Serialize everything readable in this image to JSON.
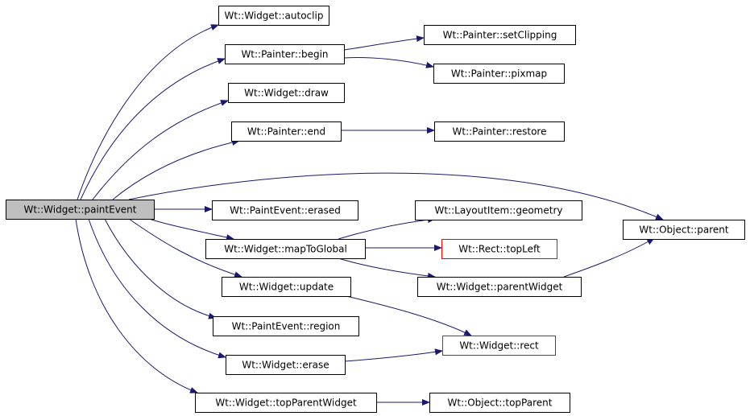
{
  "colors": {
    "background": "#ffffff",
    "edge": "#191970",
    "node_border": "#000000",
    "node_border_red": "#ff0000",
    "root_fill": "#bfbfbf",
    "node_fill": "#ffffff"
  },
  "nodes": {
    "paintEvent": "Wt::Widget::paintEvent",
    "autoclip": "Wt::Widget::autoclip",
    "begin": "Wt::Painter::begin",
    "setClipping": "Wt::Painter::setClipping",
    "pixmap": "Wt::Painter::pixmap",
    "draw": "Wt::Widget::draw",
    "end": "Wt::Painter::end",
    "restore": "Wt::Painter::restore",
    "erased": "Wt::PaintEvent::erased",
    "geometry": "Wt::LayoutItem::geometry",
    "parent": "Wt::Object::parent",
    "mapToGlobal": "Wt::Widget::mapToGlobal",
    "topLeft": "Wt::Rect::topLeft",
    "parentWidget": "Wt::Widget::parentWidget",
    "update": "Wt::Widget::update",
    "region": "Wt::PaintEvent::region",
    "rect": "Wt::Widget::rect",
    "erase": "Wt::Widget::erase",
    "topParentWidget": "Wt::Widget::topParentWidget",
    "topParent": "Wt::Object::topParent"
  },
  "node_styles": {
    "paintEvent": "root",
    "topLeft": "red",
    "rect": "red"
  },
  "edges": [
    [
      "paintEvent",
      "autoclip"
    ],
    [
      "paintEvent",
      "begin"
    ],
    [
      "paintEvent",
      "draw"
    ],
    [
      "paintEvent",
      "end"
    ],
    [
      "paintEvent",
      "parent"
    ],
    [
      "paintEvent",
      "erased"
    ],
    [
      "paintEvent",
      "mapToGlobal"
    ],
    [
      "paintEvent",
      "update"
    ],
    [
      "paintEvent",
      "region"
    ],
    [
      "paintEvent",
      "erase"
    ],
    [
      "paintEvent",
      "topParentWidget"
    ],
    [
      "begin",
      "setClipping"
    ],
    [
      "begin",
      "pixmap"
    ],
    [
      "end",
      "restore"
    ],
    [
      "mapToGlobal",
      "geometry"
    ],
    [
      "mapToGlobal",
      "topLeft"
    ],
    [
      "mapToGlobal",
      "parentWidget"
    ],
    [
      "parentWidget",
      "parent"
    ],
    [
      "update",
      "rect"
    ],
    [
      "erase",
      "rect"
    ],
    [
      "topParentWidget",
      "topParent"
    ]
  ]
}
